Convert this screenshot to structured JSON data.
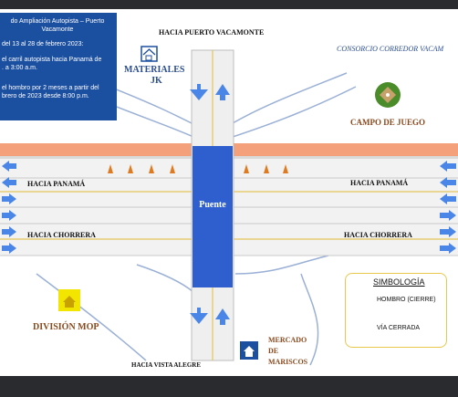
{
  "info_box": {
    "title": [
      "do Ampliación Autopista – Puerto",
      "Vacamonte"
    ],
    "line1": "del 13 al 28 de febrero 2023:",
    "line2": [
      "el carril autopista hacia Panamá de",
      ". a 3:00 a.m."
    ],
    "line3": [
      "el hombro por 2 meses a partir del",
      "brero de 2023 desde 8:00 p.m."
    ]
  },
  "labels": {
    "hacia_puerto": "HACIA PUERTO VACAMONTE",
    "consorcio": "CONSORCIO CORREDOR VACAM",
    "materiales": [
      "MATERIALES",
      "JK"
    ],
    "campo": "CAMPO DE JUEGO",
    "puente": "Puente",
    "hacia_panama": "HACIA PANAMÁ",
    "hacia_chorrera": "HACIA CHORRERA",
    "division": "DIVISIÓN MOP",
    "mercado": [
      "MERCADO",
      "DE",
      "MARISCOS"
    ],
    "hacia_vista": "HACIA VISTA ALEGRE"
  },
  "legend": {
    "title": "SIMBOLOGÍA",
    "items": [
      {
        "label": "HOMBRO (CIERRE)"
      },
      {
        "label": "VÍA CERRADA"
      }
    ]
  },
  "colors": {
    "blue": "#1b4fa0",
    "bridge": "#2f5fcf",
    "shoulder": "#f4a07a",
    "lane_arrow": "#4a86e8",
    "cone": "#e07a1f",
    "label_blue": "#2b4e8f",
    "label_brown": "#8a4a1f"
  }
}
